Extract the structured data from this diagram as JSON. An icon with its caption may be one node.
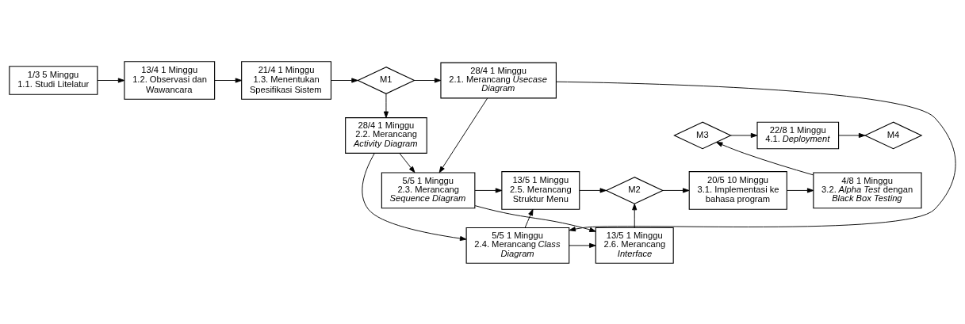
{
  "diagram": {
    "nodes": [
      {
        "text": [
          "1/3 5 Minggu",
          "1.1. Studi Litelatur"
        ]
      },
      {
        "text": [
          "13/4 1 Minggu",
          "1.2. Observasi dan Wawancara"
        ]
      },
      {
        "text": [
          "21/4 1 Minggu",
          "1.3. Menentukan Spesifikasi Sistem"
        ]
      },
      {
        "text": [
          "M1"
        ]
      },
      {
        "text": [
          "28/4 1 Minggu",
          "2.1. Merancang *Usecase Diagram*"
        ]
      },
      {
        "text": [
          "28/4 1 Minggu",
          "2.2. Merancang *Activity Diagram*"
        ]
      },
      {
        "text": [
          "5/5 1 Minggu",
          "2.3. Merancang *Sequence Diagram*"
        ]
      },
      {
        "text": [
          "5/5 1 Minggu",
          "2.4. Merancang *Class Diagram*"
        ]
      },
      {
        "text": [
          "13/5 1 Minggu",
          "2.5. Merancang Struktur Menu"
        ]
      },
      {
        "text": [
          "13/5 1 Minggu",
          "2.6. Merancang *Interface*"
        ]
      },
      {
        "text": [
          "M2"
        ]
      },
      {
        "text": [
          "20/5 10 Minggu",
          "3.1. Implementasi ke bahasa program"
        ]
      },
      {
        "text": [
          "4/8 1 Minggu",
          "3.2. *Alpha Test* dengan *Black Box Testing*"
        ]
      },
      {
        "text": [
          "M3"
        ]
      },
      {
        "text": [
          "22/8 1 Minggu",
          "4.1. *Deployment*"
        ]
      },
      {
        "text": [
          "M4"
        ]
      }
    ],
    "edges": [
      {
        "from": 0,
        "to": 1,
        "arrow": "to"
      },
      {
        "from": 1,
        "to": 2,
        "arrow": "to"
      },
      {
        "from": 2,
        "to": 3,
        "arrow": "to"
      },
      {
        "from": 3,
        "to": 4,
        "arrow": "to"
      },
      {
        "from": 3,
        "to": 5,
        "arrow": "to"
      },
      {
        "from": 4,
        "to": 6,
        "arrow": "to"
      },
      {
        "from": 4,
        "to": 7,
        "arrow": "to"
      },
      {
        "from": 5,
        "to": 6,
        "arrow": "to"
      },
      {
        "from": 5,
        "to": 7,
        "arrow": "to"
      },
      {
        "from": 6,
        "to": 8,
        "arrow": "to"
      },
      {
        "from": 6,
        "to": 9,
        "arrow": "to"
      },
      {
        "from": 7,
        "to": 8,
        "arrow": "to"
      },
      {
        "from": 7,
        "to": 9,
        "arrow": "to"
      },
      {
        "from": 8,
        "to": 10,
        "arrow": "to"
      },
      {
        "from": 9,
        "to": 10,
        "arrow": "to"
      },
      {
        "from": 10,
        "to": 11,
        "arrow": "to"
      },
      {
        "from": 11,
        "to": 12,
        "arrow": "to"
      },
      {
        "from": 12,
        "to": 13,
        "arrow": "to"
      },
      {
        "from": 13,
        "to": 14,
        "arrow": "to"
      },
      {
        "from": 14,
        "to": 15,
        "arrow": "to"
      }
    ]
  }
}
